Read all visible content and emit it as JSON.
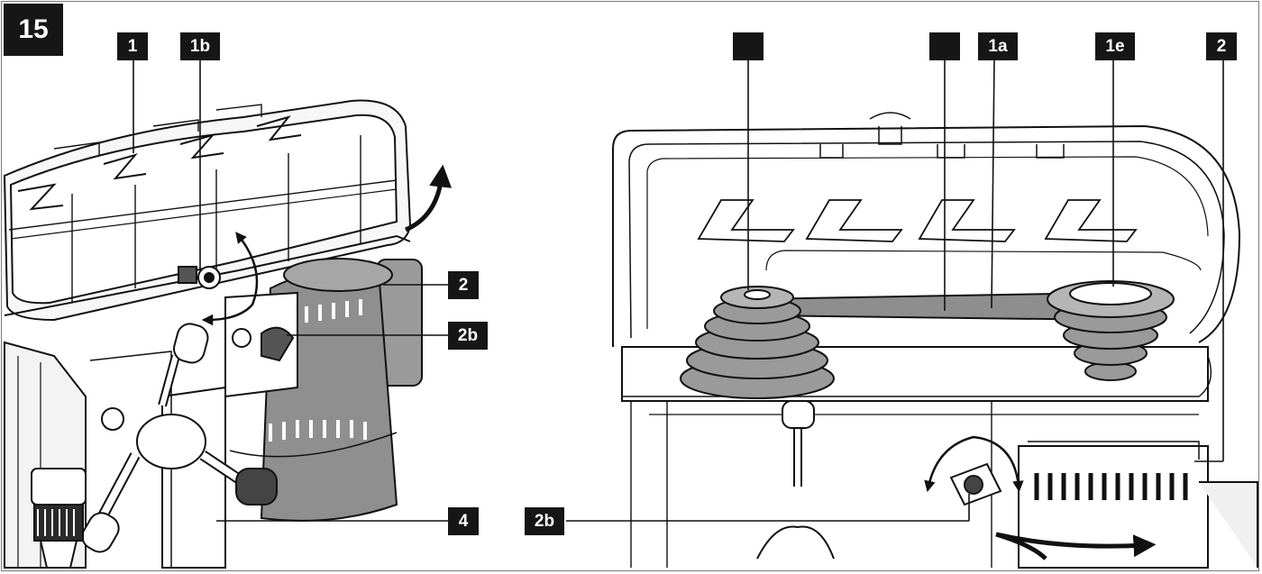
{
  "figure": {
    "number": "15"
  },
  "callouts": {
    "left": {
      "c1": "1",
      "c1b": "1b",
      "c2": "2",
      "c2b": "2b",
      "c4": "4"
    },
    "right": {
      "c1a": "1a",
      "c1e": "1e",
      "c2": "2",
      "c2b": "2b",
      "blank1": "",
      "blank2": ""
    }
  },
  "colors": {
    "label_bg": "#161616",
    "line": "#111111",
    "motor_gray": "#8f8f8f",
    "light_gray": "#e9e9e9"
  },
  "icons": [
    "open-arrow-icon",
    "rotate-arrow-icon",
    "double-arrow-icon"
  ]
}
